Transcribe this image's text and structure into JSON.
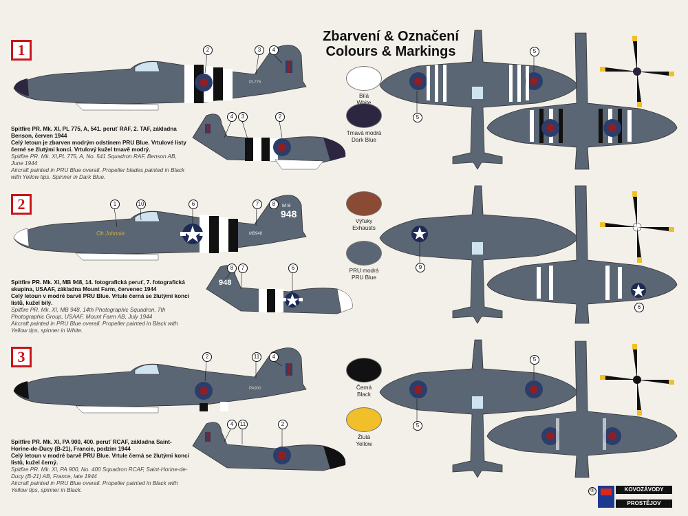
{
  "header": {
    "title_cz": "Zbarvení & Označení",
    "title_en": "Colours & Markings"
  },
  "schemes": [
    {
      "number": "1",
      "desc_cz": "Spitfire PR. Mk. XI, PL 775, A, 541. peruť RAF, 2. TAF, základna Benson, červen 1944",
      "desc_cz2": "Celý letoun je zbarven modrým odstínem PRU Blue. Vrtulové listy černé se žlutými konci. Vrtulový kužel tmavě modrý.",
      "desc_en": "Spitfire PR. Mk. XI,PL 775, A, No. 541 Squadron RAF, Benson AB, June 1944",
      "desc_en2": "Aircraft painted in PRU Blue overall. Propeller blades painted in Black with Yellow tips. Spinner in Dark Blue.",
      "serial": "PL775"
    },
    {
      "number": "2",
      "desc_cz": "Spitfire PR. Mk. XI, MB 948, 14. fotografická peruť, 7. fotografická skupina, USAAF, základna Mount Farm, červenec 1944",
      "desc_cz2": "Celý letoun v modré barvě PRU Blue. Vrtule černá se žlutými konci listů, kužel bílý.",
      "desc_en": "Spitfire PR. Mk. XI, MB 948, 14th Photographic Squadron, 7th Photographic Group, USAAF, Mount Farm AB, July 1944",
      "desc_en2": "Aircraft painted in PRU Blue overall. Propeller painted in Black with Yellow tips, spinner in White.",
      "serial": "MB948",
      "code_top": "M B",
      "code_big": "948",
      "nose_art": "Oh Johnnie"
    },
    {
      "number": "3",
      "desc_cz": "Spitfire PR. Mk. XI, PA 900, 400. peruť RCAF, základna Saint-Horine-de-Ducy (B-21), Francie, podzim 1944",
      "desc_cz2": "Celý letoun v modré barvě PRU Blue. Vrtule černá se žlutými konci listů, kužel černý.",
      "desc_en": "Spitfire PR. Mk. XI, PA 900, No. 400 Squadron RCAF, Saint-Horine-de-Ducy (B-21) AB, France, late 1944",
      "desc_en2": "Aircraft painted in PRU Blue overall. Propeller painted in Black with Yellow tips, spinner in Black.",
      "serial": "PA900"
    }
  ],
  "swatches": [
    {
      "cz": "Bílá",
      "en": "White",
      "color": "#ffffff"
    },
    {
      "cz": "Tmavá modrá",
      "en": "Dark Blue",
      "color": "#2d2640"
    },
    {
      "cz": "Výfuky",
      "en": "Exhausts",
      "color": "#8a4a33"
    },
    {
      "cz": "PRU modrá",
      "en": "PRU Blue",
      "color": "#5b6674"
    },
    {
      "cz": "Černá",
      "en": "Black",
      "color": "#111111"
    },
    {
      "cz": "Žlutá",
      "en": "Yellow",
      "color": "#f1bf2a"
    }
  ],
  "callouts": [
    "1",
    "2",
    "3",
    "4",
    "5",
    "6",
    "7",
    "8",
    "9",
    "10",
    "11"
  ],
  "logo": {
    "line1": "KOVOZÁVODY",
    "line2": "PROSTĚJOV",
    "reg": "®"
  },
  "colors": {
    "pru_blue": "#5b6674",
    "roundel_red": "#8e1f24",
    "roundel_blue": "#2b3d6b",
    "badge_red": "#c9151b"
  }
}
